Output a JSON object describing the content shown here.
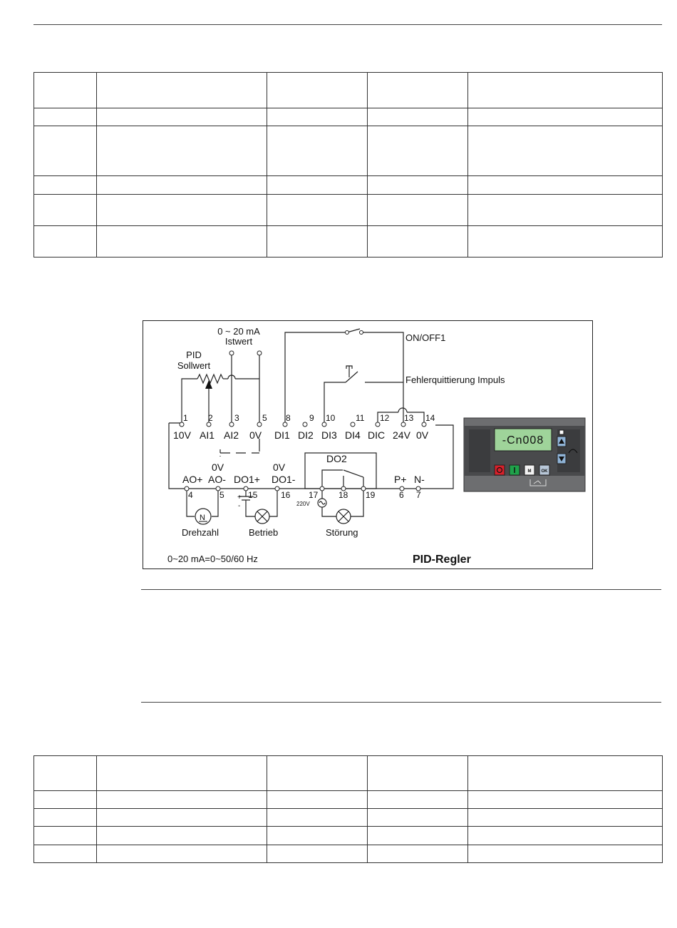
{
  "tables": {
    "top": {
      "rows": 6,
      "cols": 5
    },
    "bottom": {
      "rows": 5,
      "cols": 5
    }
  },
  "diagram": {
    "labels": {
      "current_range": "0 ~ 20 mA",
      "istwert": "Istwert",
      "pid": "PID",
      "sollwert": "Sollwert",
      "on_off": "ON/OFF1",
      "fault_ack": "Fehlerquittierung Impuls",
      "do2": "DO2",
      "ao_plus": "AO+",
      "ao_minus": "AO-",
      "do1_plus": "DO1+",
      "do1_minus": "DO1-",
      "zero_v_a": "0V",
      "zero_v_b": "0V",
      "p_plus": "P+",
      "n_minus": "N-",
      "v220": "220V",
      "n_symbol": "N",
      "drehzahl": "Drehzahl",
      "betrieb": "Betrieb",
      "stoerung": "Störung",
      "footnote": "0~20 mA=0~50/60 Hz",
      "title": "PID-Regler",
      "plus_sign": "+",
      "minus_sign": "-"
    },
    "top_terminals": [
      {
        "num": "1",
        "name": "10V"
      },
      {
        "num": "2",
        "name": "AI1"
      },
      {
        "num": "3",
        "name": "AI2"
      },
      {
        "num": "5",
        "name": "0V"
      },
      {
        "num": "8",
        "name": "DI1"
      },
      {
        "num": "9",
        "name": "DI2"
      },
      {
        "num": "10",
        "name": "DI3"
      },
      {
        "num": "11",
        "name": "DI4"
      },
      {
        "num": "12",
        "name": "DIC"
      },
      {
        "num": "13",
        "name": "24V"
      },
      {
        "num": "14",
        "name": "0V"
      }
    ],
    "bottom_terminals": [
      "4",
      "5",
      "15",
      "16",
      "17",
      "18",
      "19",
      "6",
      "7"
    ],
    "panel": {
      "display": "-Cn008",
      "key_m": "M",
      "key_ok": "OK",
      "colors": {
        "stop": "#d8202a",
        "run": "#1fa24a",
        "lcd": "#9fd49a"
      }
    }
  }
}
